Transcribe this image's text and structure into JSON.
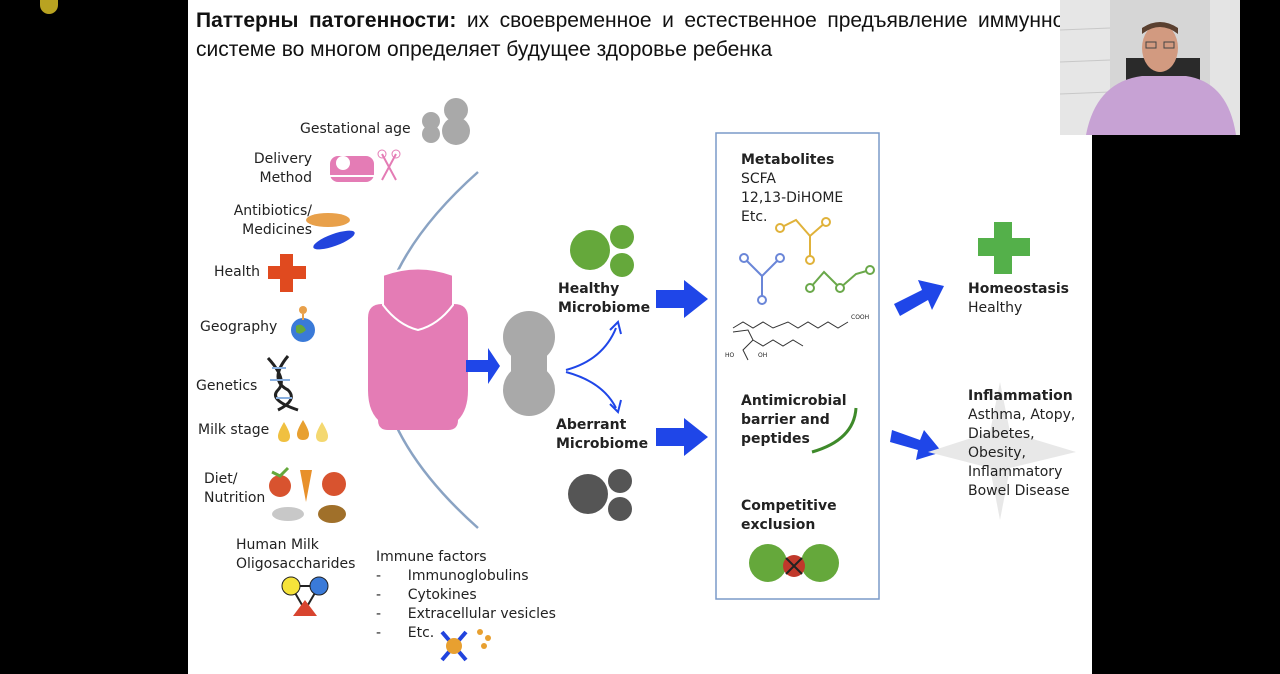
{
  "slide": {
    "title_bold": "Паттерны патогенности:",
    "title_rest": " их своевременное и естественное предъявление иммунной системе во многом определяет будущее здоровье ребенка"
  },
  "factors": {
    "gestational_age": "Gestational age",
    "delivery_method": "Delivery Method",
    "antibiotics": "Antibiotics/ Medicines",
    "health": "Health",
    "geography": "Geography",
    "genetics": "Genetics",
    "milk_stage": "Milk stage",
    "diet": "Diet/ Nutrition",
    "hmo": "Human Milk Oligosaccharides"
  },
  "immune_factors": {
    "title": "Immune factors",
    "items": [
      "Immunoglobulins",
      "Cytokines",
      "Extracellular vesicles",
      "Etc."
    ]
  },
  "microbiome": {
    "healthy": "Healthy Microbiome",
    "aberrant": "Aberrant Microbiome"
  },
  "mechanisms": {
    "metabolites_title": "Metabolites",
    "metabolites_items": [
      "SCFA",
      "12,13-DiHOME",
      "Etc."
    ],
    "cooh": "COOH",
    "ho": "HO",
    "oh": "OH",
    "antimicrobial": "Antimicrobial barrier and peptides",
    "competitive": "Competitive exclusion"
  },
  "outcomes": {
    "homeostasis_title": "Homeostasis",
    "homeostasis_sub": "Healthy",
    "inflammation_title": "Inflammation",
    "inflammation_items": [
      "Asthma, Atopy,",
      "Diabetes,",
      "Obesity,",
      "Inflammatory",
      "Bowel Disease"
    ]
  },
  "colors": {
    "pink": "#e47cb5",
    "green": "#65a83b",
    "blue_arrow": "#1f46e8",
    "gray": "#a9a9a9",
    "dark_gray": "#555555",
    "red_cross": "#e04a1f",
    "green_cross": "#54b04a"
  }
}
